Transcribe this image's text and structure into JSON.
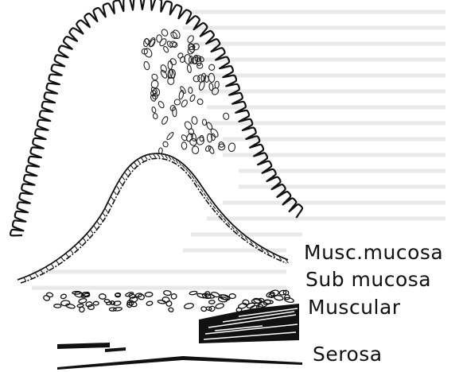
{
  "labels": {
    "musc_mucosa": "Musc.mucosa",
    "sub_mucosa": "Sub mucosa",
    "muscular": "Muscular",
    "serosa": "Serosa"
  },
  "colors": {
    "ink": "#111111",
    "background": "#ffffff"
  }
}
